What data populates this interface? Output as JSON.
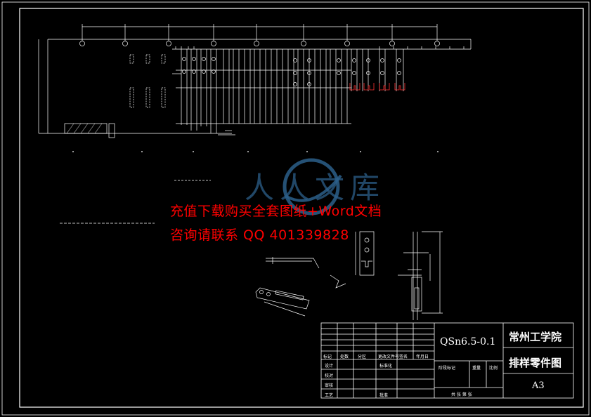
{
  "title_block": {
    "material": "QSn6.5-0.1",
    "school": "常州工学院",
    "drawing_title": "排样零件图",
    "sheet_format": "A3",
    "cells": {
      "mark": "标记",
      "count": "处数",
      "zone": "分区",
      "file_no": "更改文件号",
      "sign": "签名",
      "date": "年月日",
      "design": "设计",
      "standard": "标准化",
      "check": "校对",
      "review": "审核",
      "process": "工艺",
      "approve": "批准",
      "stage_mark": "阶段标记",
      "weight": "重量",
      "scale": "比例",
      "sheets": "共  张  第  张"
    }
  },
  "watermark": {
    "line1": "充值下载购买全套图纸+Word文档",
    "line2": "咨询请联系 QQ 401339828",
    "logo_text": "人人文库"
  },
  "colors": {
    "background": "#000000",
    "lines": "#ffffff",
    "watermark_red": "#ff0000",
    "logo_blue": "#2c5f8a",
    "cad_red": "#ff3030"
  }
}
